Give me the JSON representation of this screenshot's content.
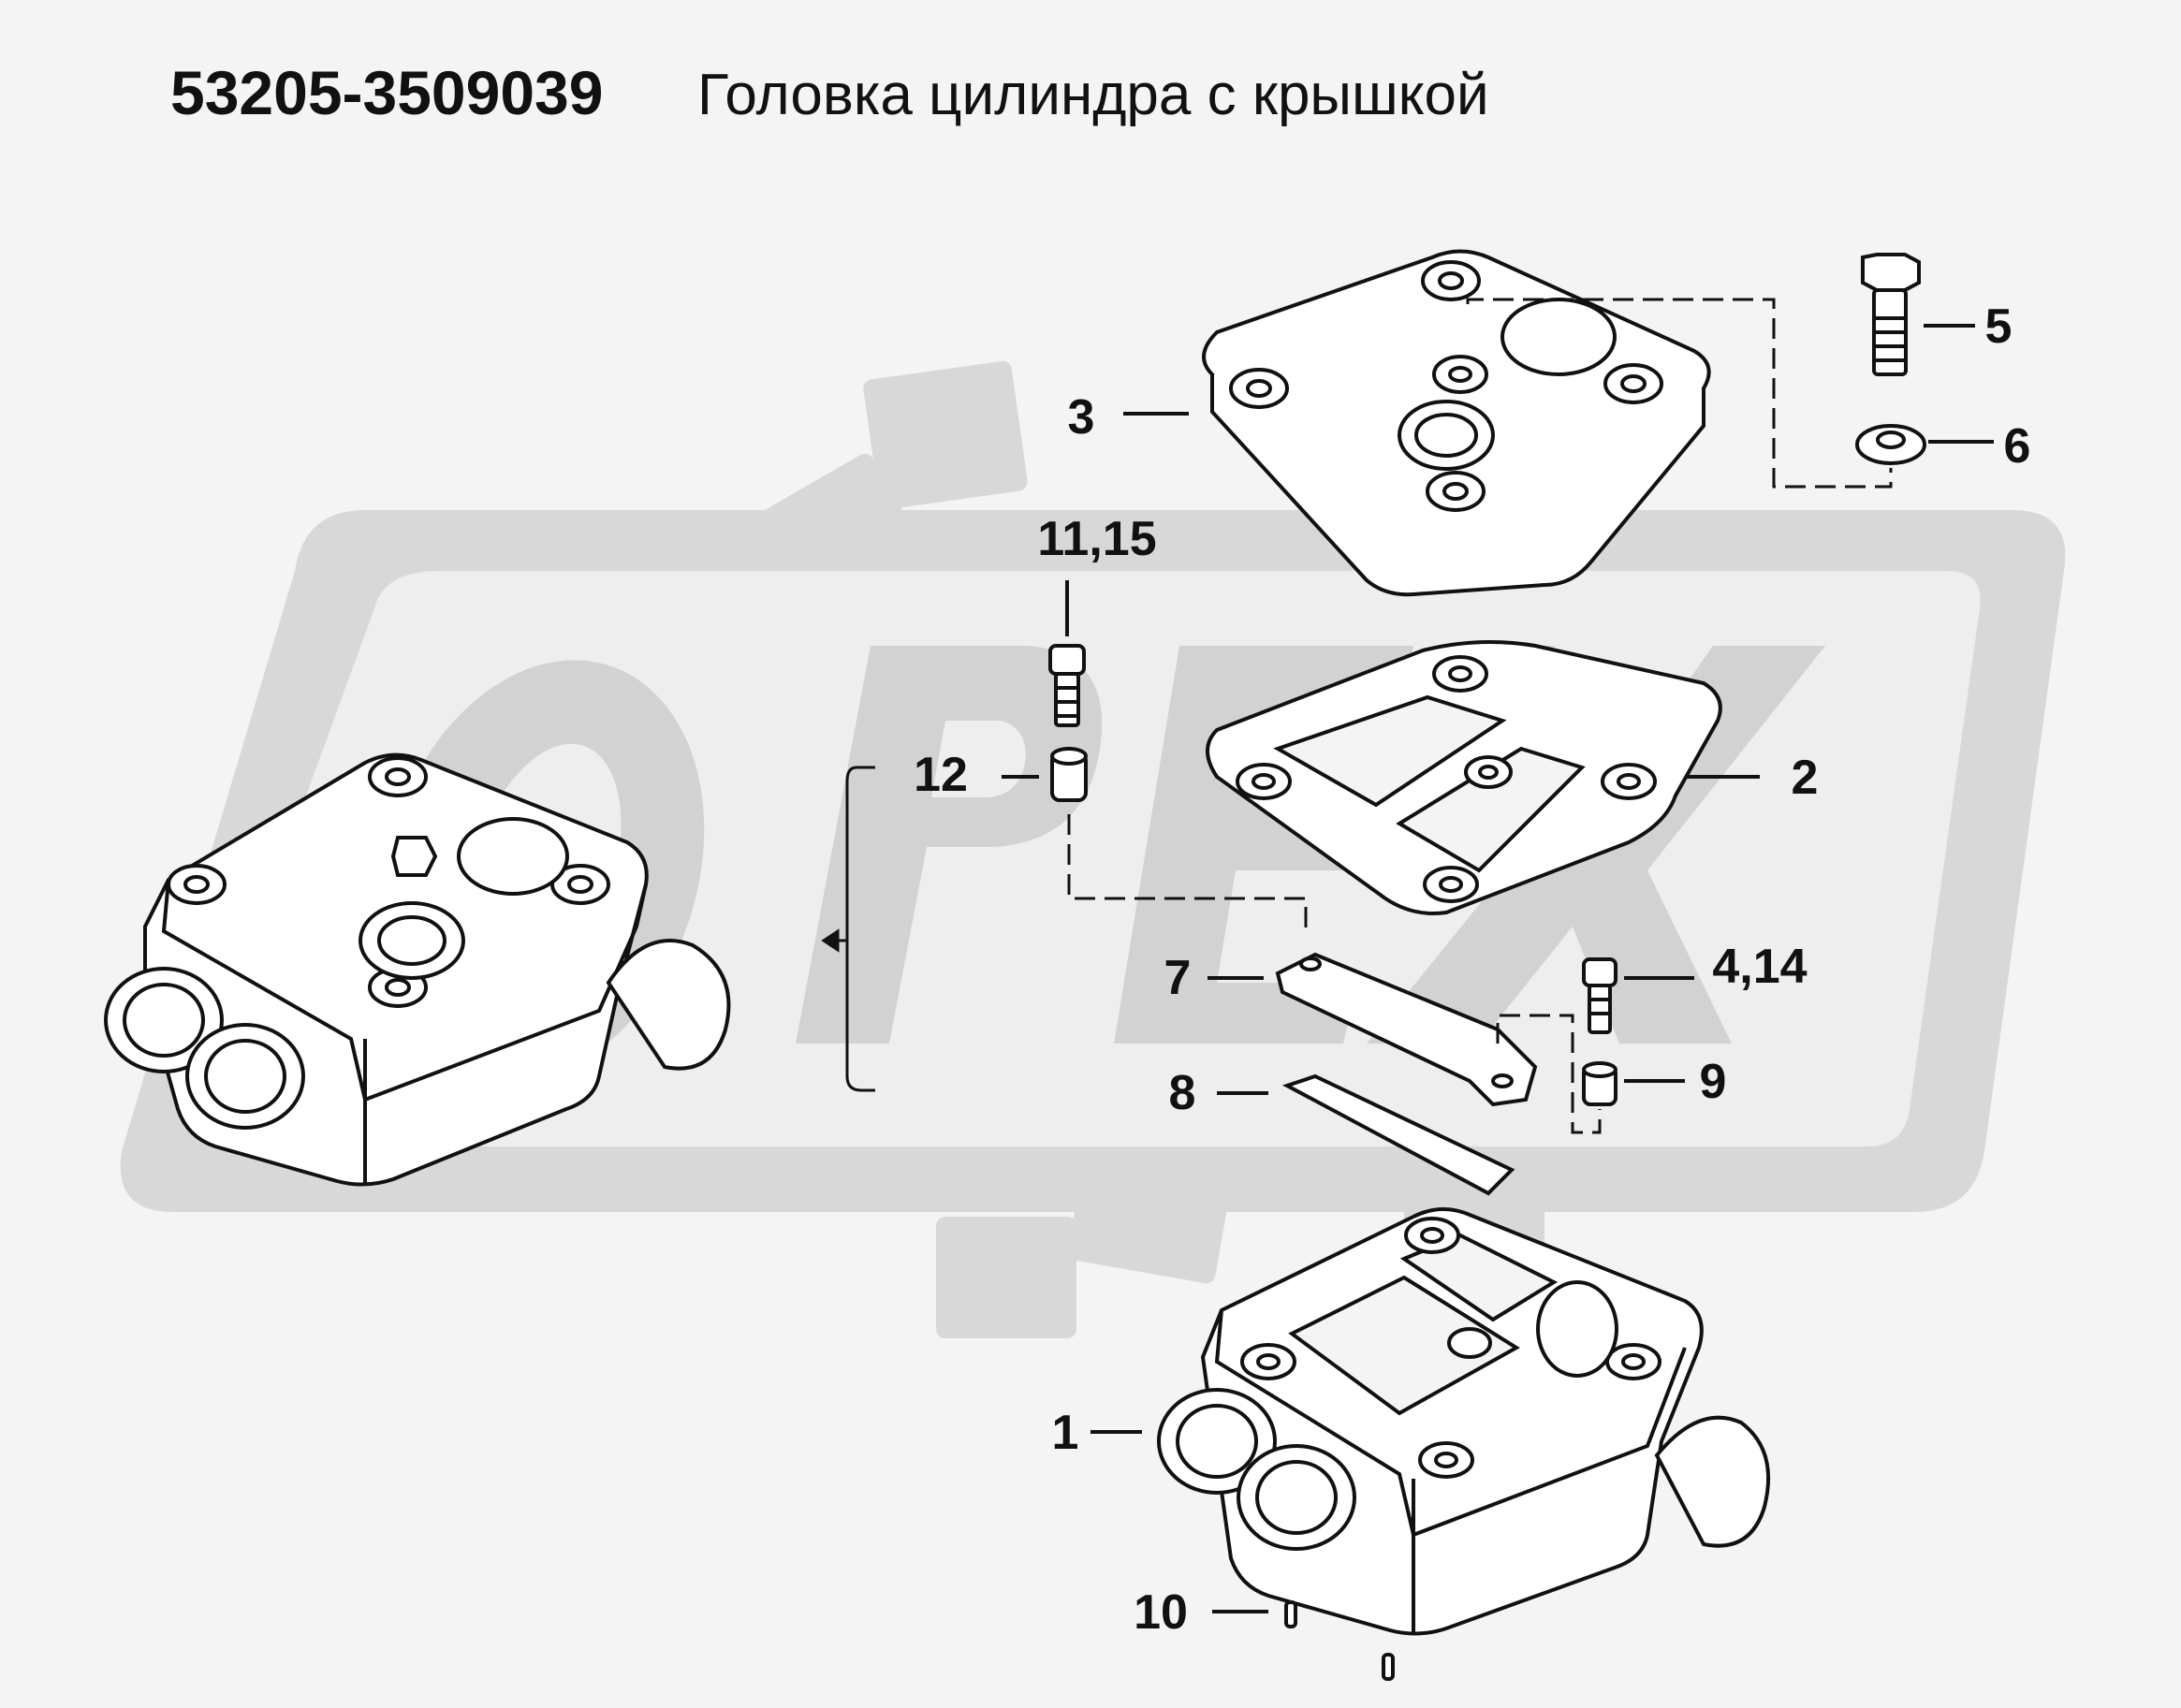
{
  "header": {
    "part_number": "53205-3509039",
    "title": "Головка цилиндра с крышкой"
  },
  "watermark": {
    "text": "OPEX",
    "color": "#d6d6d6"
  },
  "colors": {
    "line": "#111111",
    "background": "#f4f4f4",
    "part_fill": "#ffffff"
  },
  "callouts": [
    {
      "id": "1",
      "label": "1"
    },
    {
      "id": "2",
      "label": "2"
    },
    {
      "id": "3",
      "label": "3"
    },
    {
      "id": "4",
      "label": "4,14"
    },
    {
      "id": "5",
      "label": "5"
    },
    {
      "id": "6",
      "label": "6"
    },
    {
      "id": "7",
      "label": "7"
    },
    {
      "id": "8",
      "label": "8"
    },
    {
      "id": "9",
      "label": "9"
    },
    {
      "id": "10",
      "label": "10"
    },
    {
      "id": "11",
      "label": "11,15"
    },
    {
      "id": "12",
      "label": "12"
    }
  ]
}
